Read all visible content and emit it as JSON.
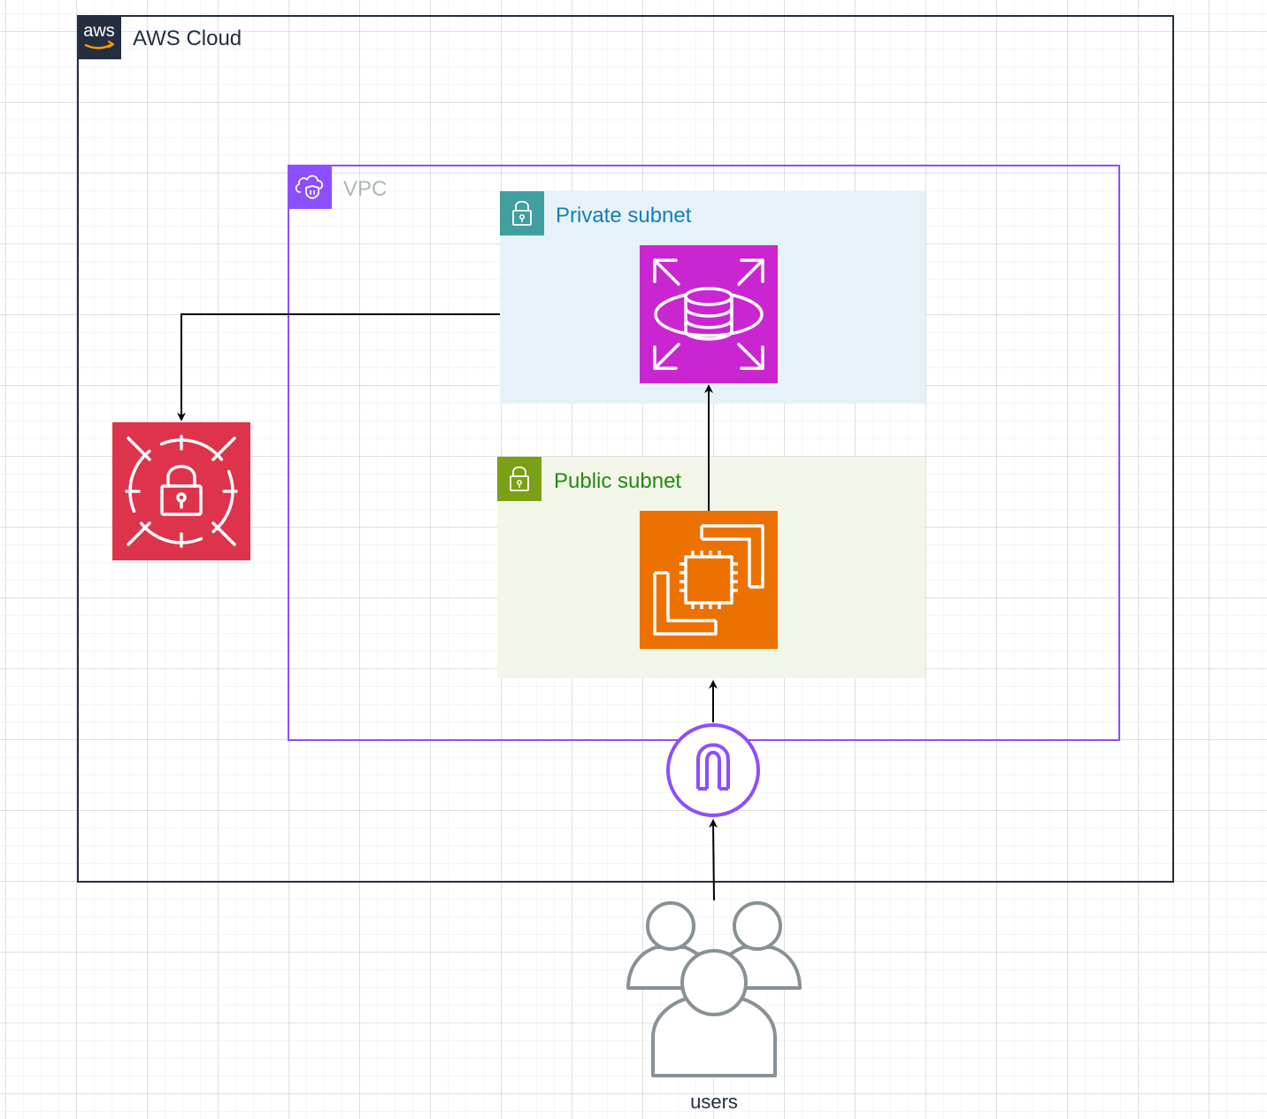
{
  "groups": {
    "aws_cloud": {
      "label": "AWS Cloud",
      "logo_text": "aws",
      "color": "#232f3e"
    },
    "vpc": {
      "label": "VPC",
      "color": "#8c4fff",
      "label_color": "#aab7b8"
    },
    "private_subnet": {
      "label": "Private subnet",
      "color": "#409f9f",
      "label_color": "#147eba",
      "fill": "#e6f2f8"
    },
    "public_subnet": {
      "label": "Public subnet",
      "color": "#7aa116",
      "label_color": "#248814",
      "fill": "#f2f6e8"
    }
  },
  "nodes": {
    "rds": {
      "icon": "rds-database-icon",
      "color": "#c925d1"
    },
    "ec2": {
      "icon": "ec2-instances-icon",
      "color": "#ed7100"
    },
    "secrets_manager": {
      "icon": "secrets-manager-icon",
      "color": "#dd344c"
    },
    "internet_gateway": {
      "icon": "internet-gateway-icon",
      "color": "#8c4fff"
    },
    "users": {
      "label": "users",
      "icon": "users-icon",
      "color": "#879196"
    }
  },
  "edges": [
    {
      "from": "users",
      "to": "internet_gateway"
    },
    {
      "from": "internet_gateway",
      "to": "public_subnet"
    },
    {
      "from": "ec2",
      "to": "rds"
    },
    {
      "from": "private_subnet",
      "to": "secrets_manager"
    }
  ]
}
